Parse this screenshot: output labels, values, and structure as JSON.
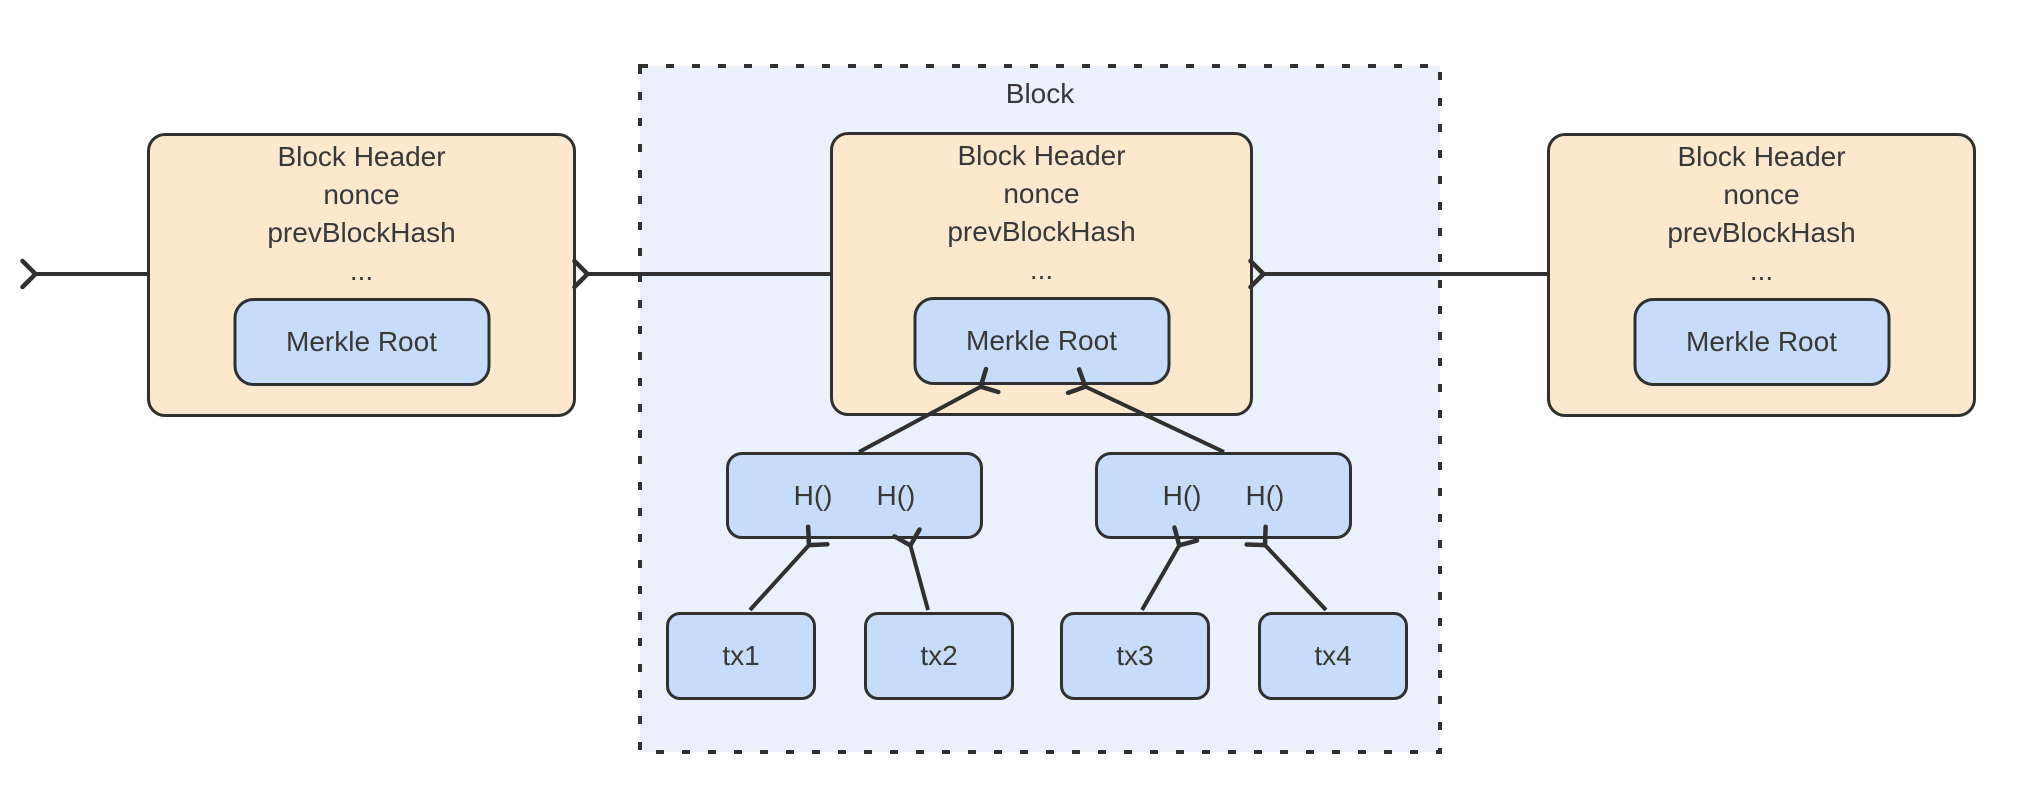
{
  "diagram": {
    "container": {
      "label": "Block"
    },
    "blocks": [
      {
        "id": "left",
        "title_lines": [
          "Block Header",
          "nonce",
          "prevBlockHash",
          "..."
        ],
        "merkle_label": "Merkle Root"
      },
      {
        "id": "center",
        "title_lines": [
          "Block Header",
          "nonce",
          "prevBlockHash",
          "..."
        ],
        "merkle_label": "Merkle Root"
      },
      {
        "id": "right",
        "title_lines": [
          "Block Header",
          "nonce",
          "prevBlockHash",
          "..."
        ],
        "merkle_label": "Merkle Root"
      }
    ],
    "hash_nodes": [
      {
        "labels": [
          "H()",
          "H()"
        ]
      },
      {
        "labels": [
          "H()",
          "H()"
        ]
      }
    ],
    "transactions": [
      {
        "label": "tx1"
      },
      {
        "label": "tx2"
      },
      {
        "label": "tx3"
      },
      {
        "label": "tx4"
      }
    ],
    "colors": {
      "header_fill": "#fce9cd",
      "node_fill": "#c6dcf8",
      "container_fill": "#eaf0fc",
      "stroke": "#303030",
      "text": "#383838",
      "background": "#ffffff"
    }
  }
}
